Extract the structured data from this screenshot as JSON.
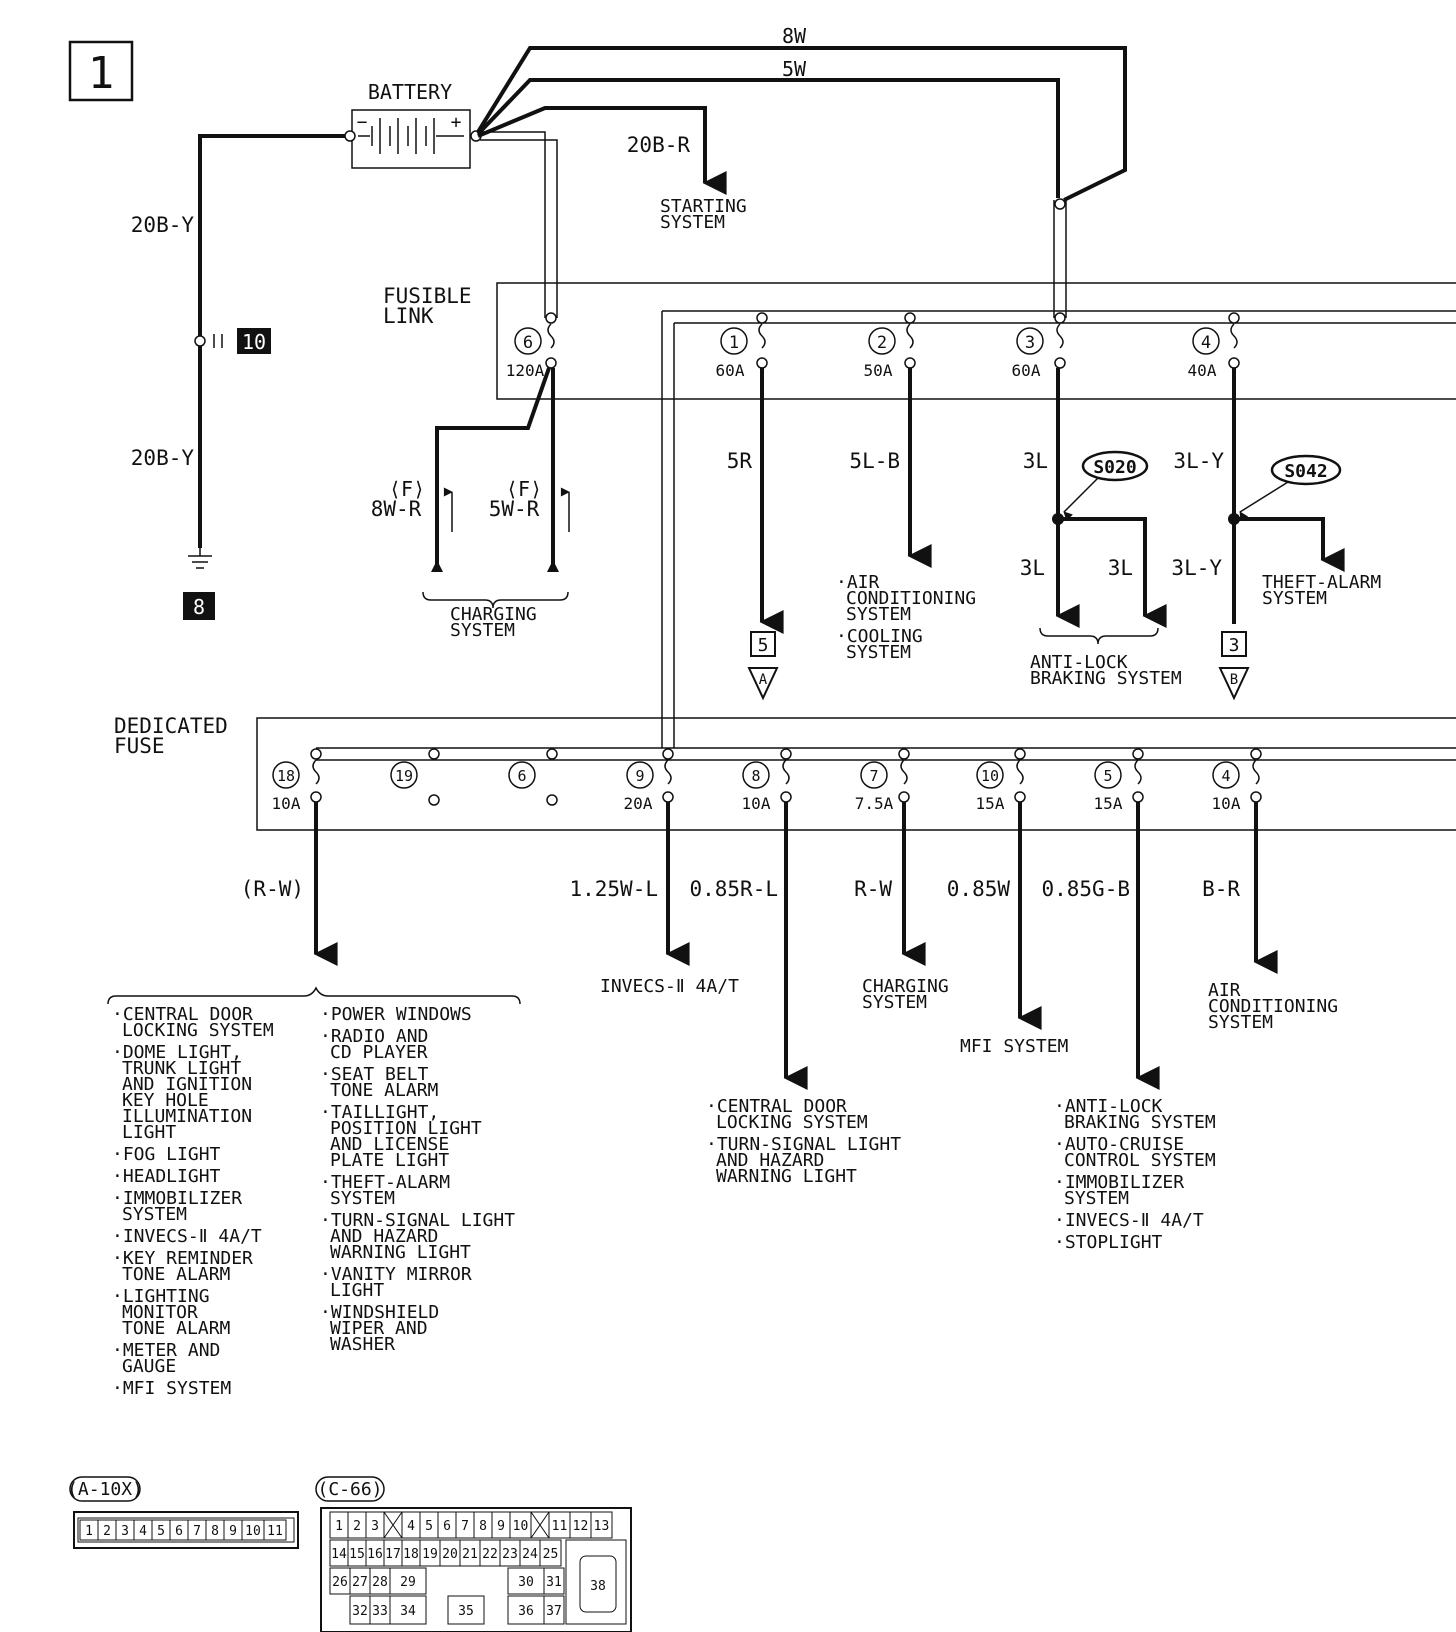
{
  "page_number": "1",
  "ground_marks": {
    "upper": "10",
    "lower": "8"
  },
  "battery": {
    "label": "BATTERY",
    "minus": "−",
    "plus": "+"
  },
  "wires": {
    "w8W": "8W",
    "w5W": "5W",
    "w20BR": "20B-R",
    "gnd1": "20B-Y",
    "gnd2": "20B-Y",
    "f8WR_pre": "⟨F⟩",
    "f8WR": "8W-R",
    "f5WR_pre": "⟨F⟩",
    "f5WR": "5W-R",
    "w5R": "5R",
    "w5LB": "5L-B",
    "w3L": "3L",
    "w3LY": "3L-Y",
    "w3L_a": "3L",
    "w3L_b": "3L",
    "w3LY_b": "3L-Y",
    "dRW": "(R-W)",
    "d125WL": "1.25W-L",
    "d085RL": "0.85R-L",
    "dRW2": "R-W",
    "d085W": "0.85W",
    "d085GB": "0.85G-B",
    "dBR": "B-R"
  },
  "starting_system": [
    "STARTING",
    "SYSTEM"
  ],
  "fusible_link": {
    "title": [
      "FUSIBLE",
      "LINK"
    ],
    "fuses": [
      {
        "num": "6",
        "rating": "120A"
      },
      {
        "num": "1",
        "rating": "60A"
      },
      {
        "num": "2",
        "rating": "50A"
      },
      {
        "num": "3",
        "rating": "60A"
      },
      {
        "num": "4",
        "rating": "40A"
      }
    ]
  },
  "splices": {
    "s1": "S020",
    "s2": "S042"
  },
  "charging_system_1": [
    "CHARGING",
    "SYSTEM"
  ],
  "connectors": {
    "c5": "5",
    "cA": "A",
    "c3": "3",
    "cB": "B"
  },
  "ac_cooling": [
    "·AIR",
    "CONDITIONING",
    "SYSTEM",
    "·COOLING",
    "SYSTEM"
  ],
  "abs_1": [
    "ANTI-LOCK",
    "BRAKING SYSTEM"
  ],
  "theft_alarm": [
    "THEFT-ALARM",
    "SYSTEM"
  ],
  "dedicated_fuse": {
    "title": [
      "DEDICATED",
      "FUSE"
    ],
    "fuses": [
      {
        "num": "18",
        "rating": "10A"
      },
      {
        "num": "19",
        "rating": ""
      },
      {
        "num": "6",
        "rating": ""
      },
      {
        "num": "9",
        "rating": "20A"
      },
      {
        "num": "8",
        "rating": "10A"
      },
      {
        "num": "7",
        "rating": "7.5A"
      },
      {
        "num": "10",
        "rating": "15A"
      },
      {
        "num": "5",
        "rating": "15A"
      },
      {
        "num": "4",
        "rating": "10A"
      }
    ]
  },
  "list_left": [
    "·CENTRAL DOOR",
    "LOCKING SYSTEM",
    "·DOME LIGHT,",
    "TRUNK LIGHT",
    "AND IGNITION",
    "KEY HOLE",
    "ILLUMINATION",
    "LIGHT",
    "·FOG LIGHT",
    "·HEADLIGHT",
    "·IMMOBILIZER",
    "SYSTEM",
    "·INVECS-Ⅱ 4A/T",
    "·KEY REMINDER",
    "TONE ALARM",
    "·LIGHTING",
    "MONITOR",
    "TONE ALARM",
    "·METER AND",
    "GAUGE",
    "·MFI SYSTEM"
  ],
  "list_right": [
    "·POWER WINDOWS",
    "·RADIO AND",
    "CD PLAYER",
    "·SEAT BELT",
    "TONE ALARM",
    "·TAILLIGHT,",
    "POSITION LIGHT",
    "AND LICENSE",
    "PLATE LIGHT",
    "·THEFT-ALARM",
    "SYSTEM",
    "·TURN-SIGNAL LIGHT",
    "AND HAZARD",
    "WARNING LIGHT",
    "·VANITY MIRROR",
    "LIGHT",
    "·WINDSHIELD",
    "WIPER AND",
    "WASHER"
  ],
  "invecs": "INVECS-Ⅱ 4A/T",
  "charging_system_2": [
    "CHARGING",
    "SYSTEM"
  ],
  "mfi_system": "MFI SYSTEM",
  "ac_system_2": [
    "AIR",
    "CONDITIONING",
    "SYSTEM"
  ],
  "list_door": [
    "·CENTRAL DOOR",
    "LOCKING SYSTEM",
    "·TURN-SIGNAL LIGHT",
    "AND HAZARD",
    "WARNING LIGHT"
  ],
  "list_abs": [
    "·ANTI-LOCK",
    "BRAKING SYSTEM",
    "·AUTO-CRUISE",
    "CONTROL SYSTEM",
    "·IMMOBILIZER",
    "SYSTEM",
    "·INVECS-Ⅱ 4A/T",
    "·STOPLIGHT"
  ],
  "connector_a10x": {
    "label": "(A-10X)",
    "pins": [
      "1",
      "2",
      "3",
      "4",
      "5",
      "6",
      "7",
      "8",
      "9",
      "10",
      "11"
    ]
  },
  "connector_c66": {
    "label": "(C-66)",
    "row1": [
      "1",
      "2",
      "3",
      "X",
      "4",
      "5",
      "6",
      "7",
      "8",
      "9",
      "10",
      "X",
      "11",
      "12",
      "13"
    ],
    "row2": [
      "14",
      "15",
      "16",
      "17",
      "18",
      "19",
      "20",
      "21",
      "22",
      "23",
      "24",
      "25"
    ],
    "row3": [
      "26",
      "27",
      "28",
      "29",
      "30",
      "31"
    ],
    "row4": [
      "32",
      "33",
      "34",
      "35",
      "36",
      "37"
    ],
    "big": "38"
  }
}
